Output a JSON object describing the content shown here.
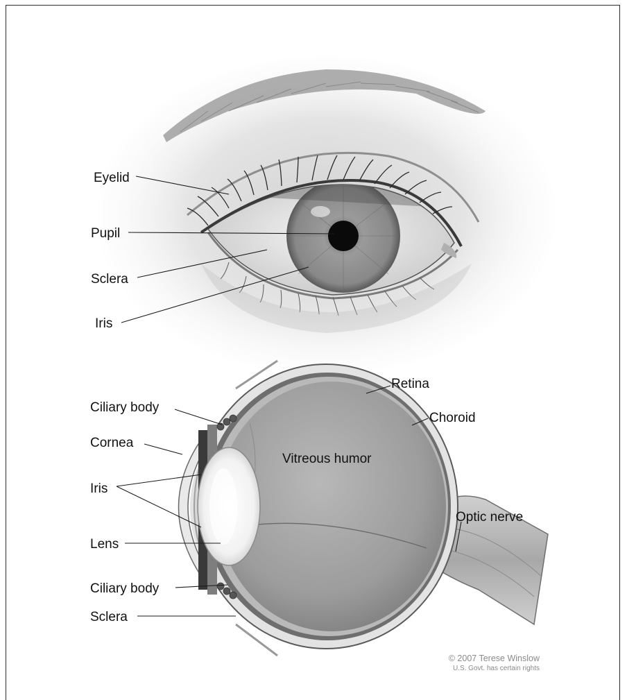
{
  "labels": {
    "eyelid": "Eyelid",
    "pupil": "Pupil",
    "sclera_top": "Sclera",
    "iris_top": "Iris",
    "retina": "Retina",
    "choroid": "Choroid",
    "ciliary_body_top": "Ciliary body",
    "cornea": "Cornea",
    "vitreous_humor": "Vitreous humor",
    "iris_bottom": "Iris",
    "optic_nerve": "Optic nerve",
    "lens": "Lens",
    "ciliary_body_bottom": "Ciliary body",
    "sclera_bottom": "Sclera"
  },
  "credit": {
    "line1": "© 2007 Terese Winslow",
    "line2": "U.S. Govt. has certain rights"
  },
  "colors": {
    "background": "#ffffff",
    "label_text": "#111111",
    "credit_text": "#8a8a8a"
  }
}
